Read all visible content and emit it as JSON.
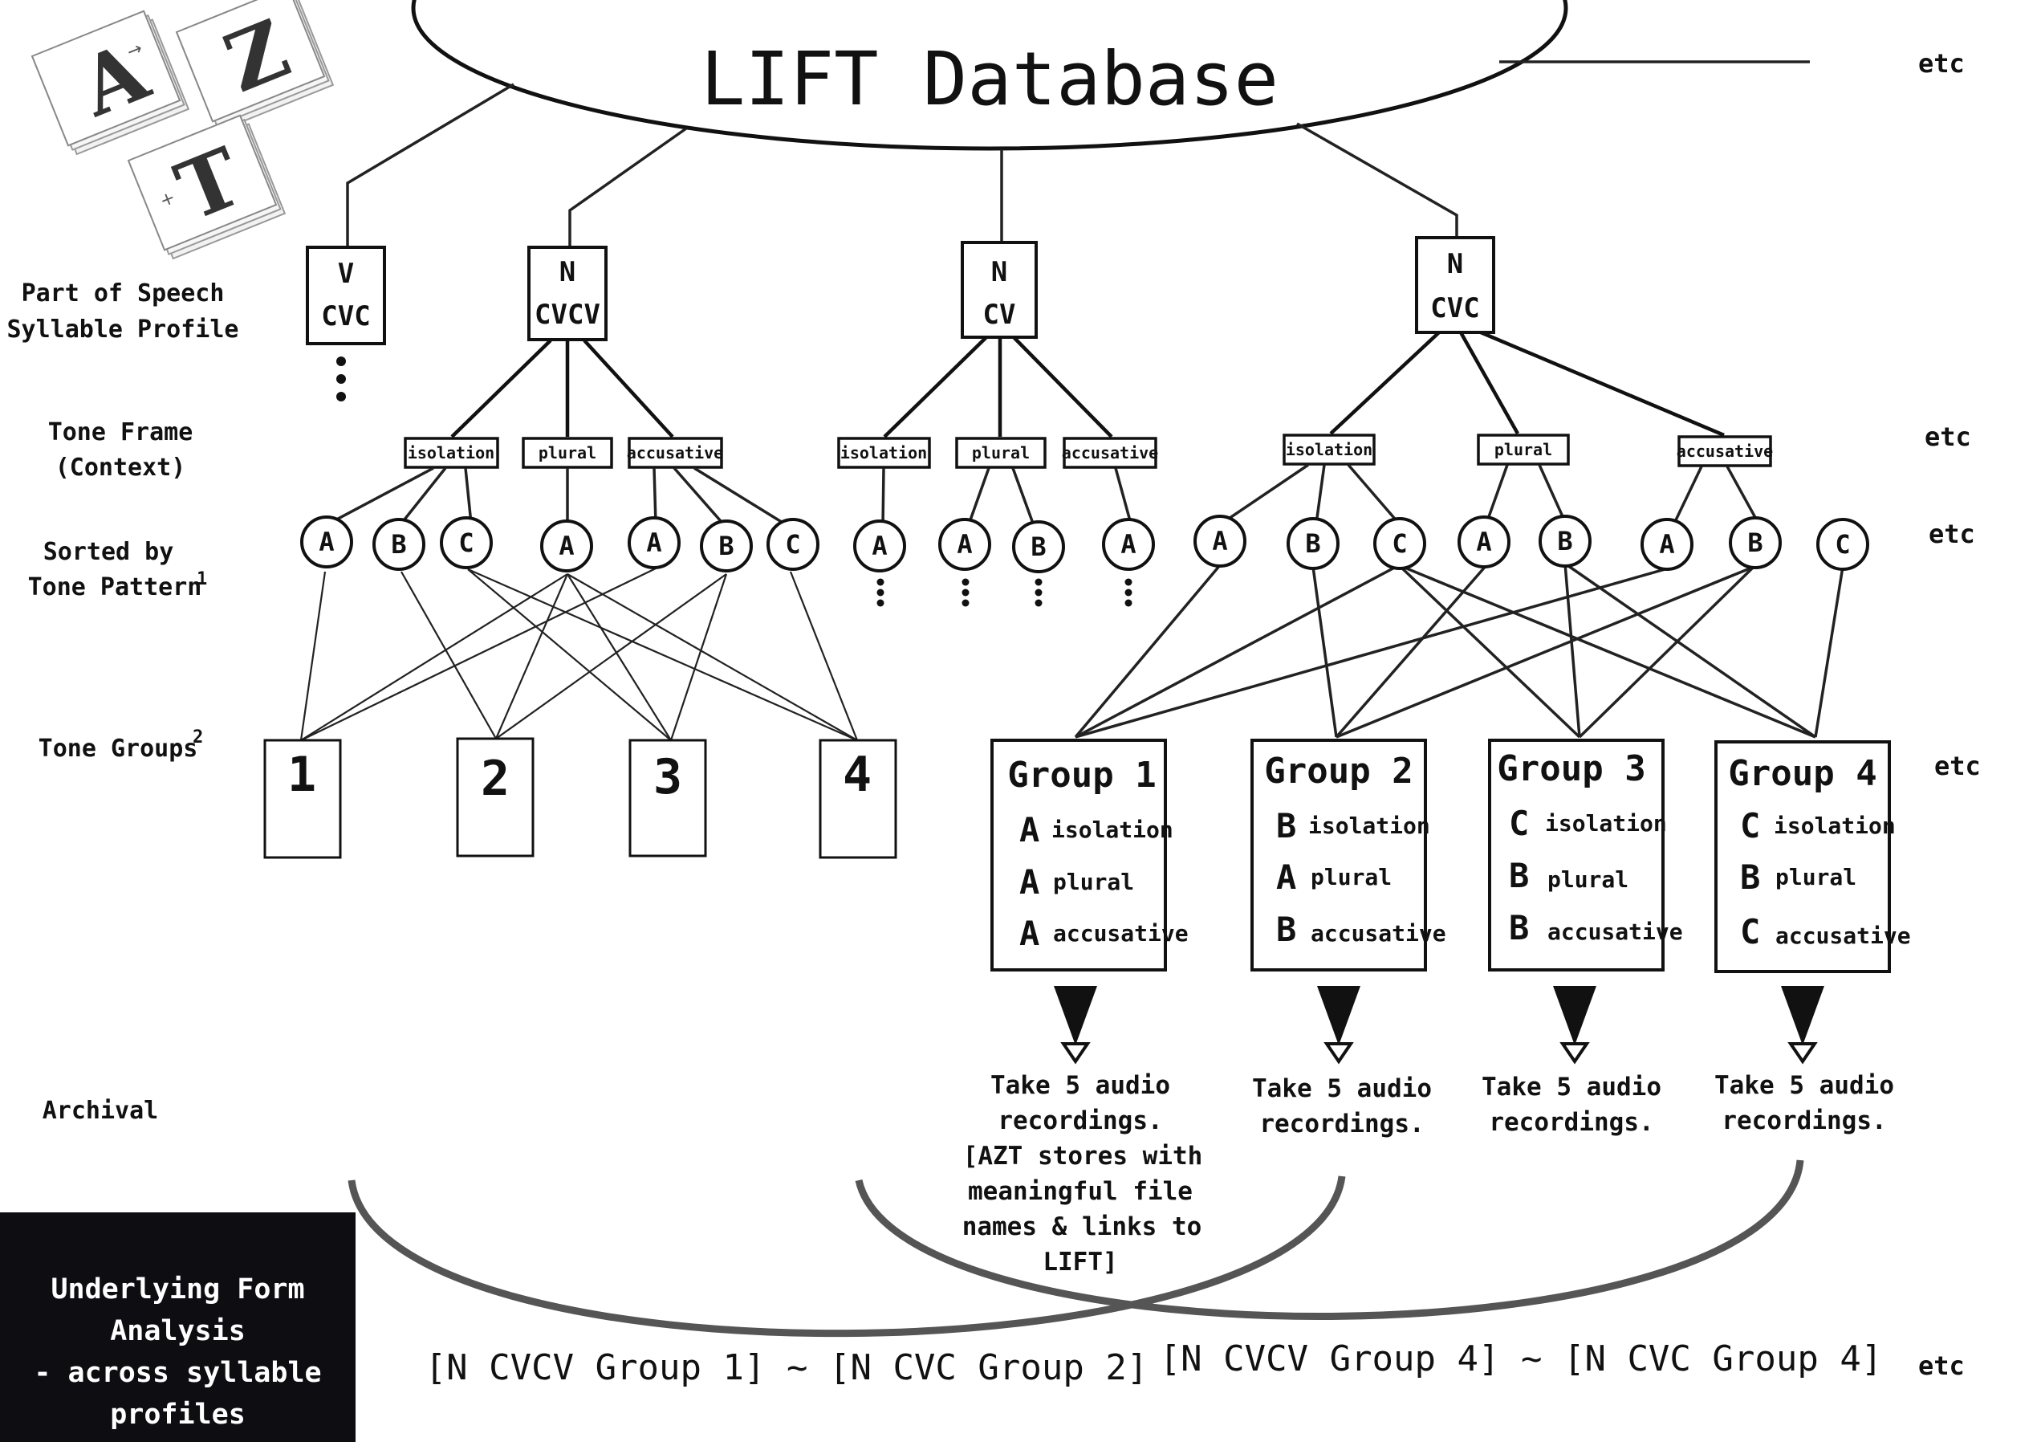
{
  "title": "LIFT Database",
  "logo": {
    "letters": [
      "A",
      "Z",
      "T"
    ]
  },
  "row_labels": {
    "pos_line1": "Part of Speech",
    "pos_line2": "Syllable Profile",
    "frame_line1": "Tone Frame",
    "frame_line2": "(Context)",
    "sorted_line1": "Sorted by",
    "sorted_line2": "Tone Pattern",
    "sorted_sup": "1",
    "groups": "Tone Groups",
    "groups_sup": "2",
    "archival": "Archival"
  },
  "etc": "etc",
  "pos_boxes": [
    {
      "pos": "V",
      "profile": "CVC"
    },
    {
      "pos": "N",
      "profile": "CVCV"
    },
    {
      "pos": "N",
      "profile": "CV"
    },
    {
      "pos": "N",
      "profile": "CVC"
    }
  ],
  "frames": [
    "isolation",
    "plural",
    "accusative",
    "isolation",
    "plural",
    "accusative",
    "isolation",
    "plural",
    "accusative"
  ],
  "tone_patterns": [
    "A",
    "B",
    "C",
    "A",
    "A",
    "B",
    "C",
    "A",
    "A",
    "B",
    "A",
    "A",
    "B",
    "C",
    "A",
    "B",
    "A",
    "B",
    "C"
  ],
  "numbered_groups": [
    "1",
    "2",
    "3",
    "4"
  ],
  "groups": [
    {
      "title": "Group 1",
      "rows": [
        {
          "tone": "A",
          "frame": "isolation"
        },
        {
          "tone": "A",
          "frame": "plural"
        },
        {
          "tone": "A",
          "frame": "accusative"
        }
      ]
    },
    {
      "title": "Group 2",
      "rows": [
        {
          "tone": "B",
          "frame": "isolation"
        },
        {
          "tone": "A",
          "frame": "plural"
        },
        {
          "tone": "B",
          "frame": "accusative"
        }
      ]
    },
    {
      "title": "Group 3",
      "rows": [
        {
          "tone": "C",
          "frame": "isolation"
        },
        {
          "tone": "B",
          "frame": "plural"
        },
        {
          "tone": "B",
          "frame": "accusative"
        }
      ]
    },
    {
      "title": "Group 4",
      "rows": [
        {
          "tone": "C",
          "frame": "isolation"
        },
        {
          "tone": "B",
          "frame": "plural"
        },
        {
          "tone": "C",
          "frame": "accusative"
        }
      ]
    }
  ],
  "archival": {
    "g1": [
      "Take 5 audio",
      "recordings.",
      "[AZT stores with",
      "meaningful file",
      "names & links to",
      "LIFT]"
    ],
    "g2": [
      "Take 5 audio",
      "recordings."
    ],
    "g3": [
      "Take 5 audio",
      "recordings."
    ],
    "g4": [
      "Take 5 audio",
      "recordings."
    ]
  },
  "underlying": {
    "line1": "Underlying Form Analysis",
    "line2": "- across syllable",
    "line3": "profiles"
  },
  "equivalences": [
    "[N CVCV Group 1] ~ [N CVC Group 2]",
    "[N CVCV Group 4] ~ [N CVC Group 4]"
  ]
}
